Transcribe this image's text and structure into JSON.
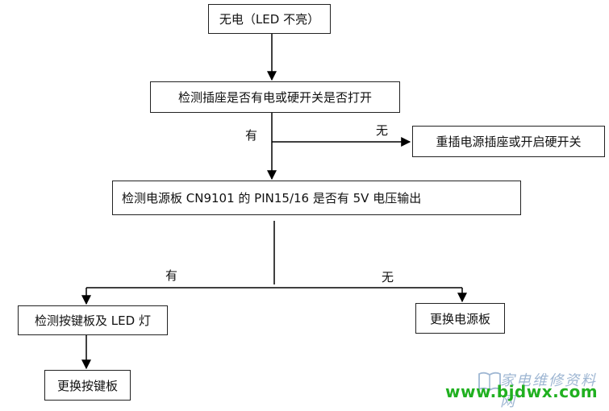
{
  "nodes": {
    "no_power": "无电（LED 不亮）",
    "check_socket": "检测插座是否有电或硬开关是否打开",
    "replug": "重插电源插座或开启硬开关",
    "check_cn9101": "检测电源板 CN9101 的 PIN15/16 是否有 5V 电压输出",
    "check_keyboard_led": "检测按键板及 LED 灯",
    "replace_power_board": "更换电源板",
    "replace_keyboard": "更换按键板"
  },
  "edges": {
    "socket_yes": "有",
    "socket_no": "无",
    "cn_yes": "有",
    "cn_no": "无"
  },
  "watermark": {
    "cn_text": "家电维修资料网",
    "url": "www.bjdwx.com",
    "icon": "open-book-icon",
    "colors": {
      "cn": "#9fb7d3",
      "url": "#20b020"
    }
  }
}
